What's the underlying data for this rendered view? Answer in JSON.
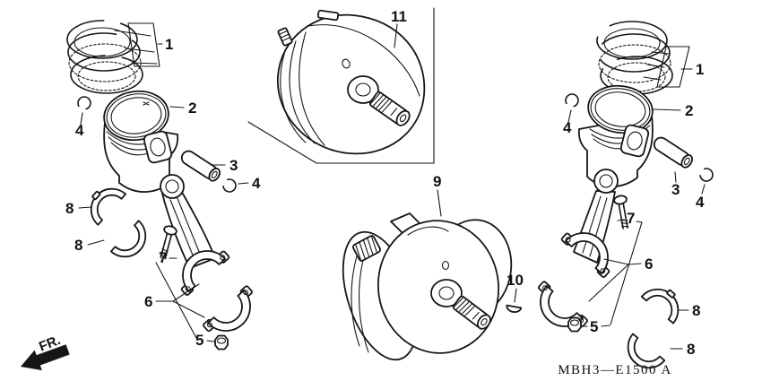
{
  "diagram": {
    "drawing_code": "MBH3—E1500 A",
    "front_marker": "FR.",
    "ink_color": "#161616",
    "background_color": "#ffffff",
    "callouts": {
      "left": {
        "rings": "1",
        "piston": "2",
        "pin": "3",
        "clip_a": "4",
        "clip_b": "4",
        "nut": "5",
        "rod": "6",
        "bolt": "7",
        "bearing_a": "8",
        "bearing_b": "8"
      },
      "center": {
        "flywheel": "11",
        "crankshaft": "9",
        "woodruff_key": "10"
      },
      "right": {
        "rings": "1",
        "piston": "2",
        "pin": "3",
        "clip_a": "4",
        "clip_b": "4",
        "nut": "5",
        "rod": "6",
        "bolt": "7",
        "bearing_a": "8",
        "bearing_b": "8"
      }
    }
  }
}
